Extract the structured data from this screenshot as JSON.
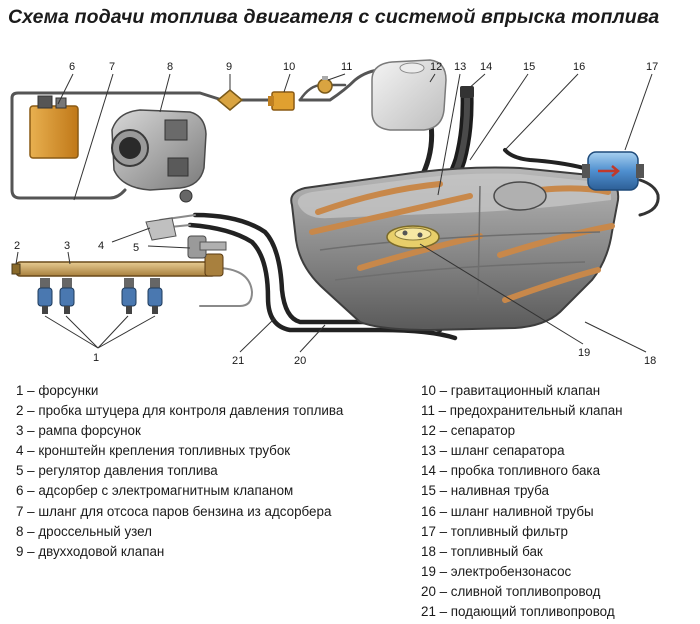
{
  "title": "Схема подачи топлива двигателя с системой впрыска топлива",
  "callouts": [
    "1",
    "2",
    "3",
    "4",
    "5",
    "6",
    "7",
    "8",
    "9",
    "10",
    "11",
    "12",
    "13",
    "14",
    "15",
    "16",
    "17",
    "18",
    "19",
    "20",
    "21"
  ],
  "legend_left": [
    "1 – форсунки",
    "2 – пробка штуцера для контроля давления топлива",
    "3 – рампа форсунок",
    "4 – кронштейн крепления топливных трубок",
    "5 – регулятор давления топлива",
    "6 – адсорбер с электромагнитным клапаном",
    "7 – шланг для отсоса паров бензина из адсорбера",
    "8 – дроссельный узел",
    "9 – двухходовой клапан"
  ],
  "legend_right": [
    "10 – гравитационный клапан",
    "11 – предохранительный клапан",
    "12 – сепаратор",
    "13 – шланг сепаратора",
    "14 – пробка топливного бака",
    "15 – наливная труба",
    "16 – шланг наливной трубы",
    "17 – топливный фильтр",
    "18 – топливный бак",
    "19 – электробензонасос",
    "20 – сливной топливопровод",
    "21 – подающий топливопровод"
  ],
  "colors": {
    "tank_body": "#8c8c8c",
    "tank_band": "#c8884a",
    "rail": "#c8a46a",
    "filter": "#6fa8dc",
    "canister": "#e0a030",
    "hose": "#222222",
    "leader": "#333333"
  }
}
